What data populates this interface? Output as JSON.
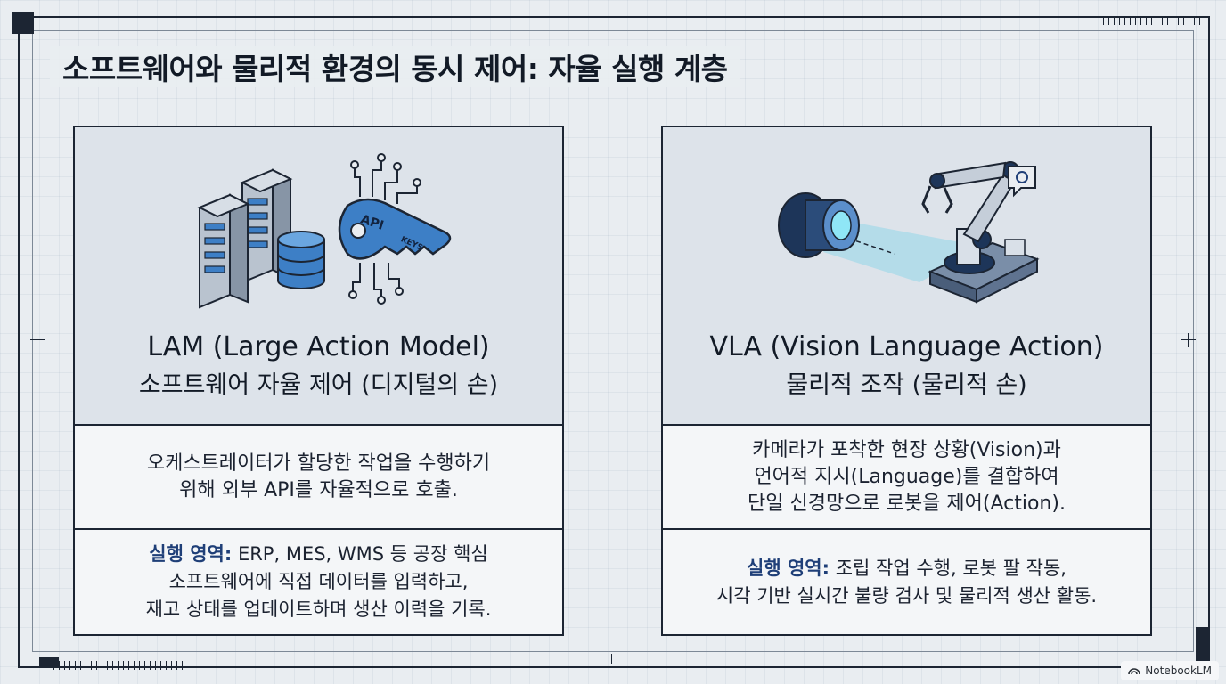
{
  "title": "소프트웨어와 물리적 환경의 동시 제어: 자율 실행 계층",
  "panels": [
    {
      "model_title": "LAM (Large Action Model)",
      "model_subtitle": "소프트웨어 자율 제어 (디지털의 손)",
      "illustration_icons": [
        "server-rack-icon",
        "database-icon",
        "api-keys-icon",
        "circuit-lines-icon"
      ],
      "illustration_text": {
        "api": "API",
        "keys": "KEYS"
      },
      "description_lines": [
        "오케스트레이터가 할당한 작업을 수행하기",
        "위해 외부 API를 자율적으로 호출."
      ],
      "area_label": "실행 영역:",
      "area_lines": [
        " ERP, MES, WMS 등 공장 핵심",
        "소프트웨어에 직접 데이터를 입력하고,",
        "재고 상태를 업데이트하며 생산 이력을 기록."
      ]
    },
    {
      "model_title": "VLA (Vision Language Action)",
      "model_subtitle": "물리적 조작 (물리적 손)",
      "illustration_icons": [
        "camera-lens-icon",
        "robot-arm-icon",
        "chat-gear-icon"
      ],
      "description_lines": [
        "카메라가 포착한 현장 상황(Vision)과",
        "언어적 지시(Language)를 결합하여",
        "단일 신경망으로 로봇을 제어(Action)."
      ],
      "area_label": "실행 영역:",
      "area_lines": [
        " 조립 작업 수행, 로봇 팔 작동,",
        "시각 기반 실시간 불량 검사 및 물리적 생산 활동."
      ]
    }
  ],
  "brand": "NotebookLM",
  "colors": {
    "accent_blue": "#1f3f78",
    "frame": "#1c2533",
    "panel_head": "#dde3ea",
    "illustration_fill": "#3d7fc6",
    "cyan": "#3cc6e6"
  }
}
